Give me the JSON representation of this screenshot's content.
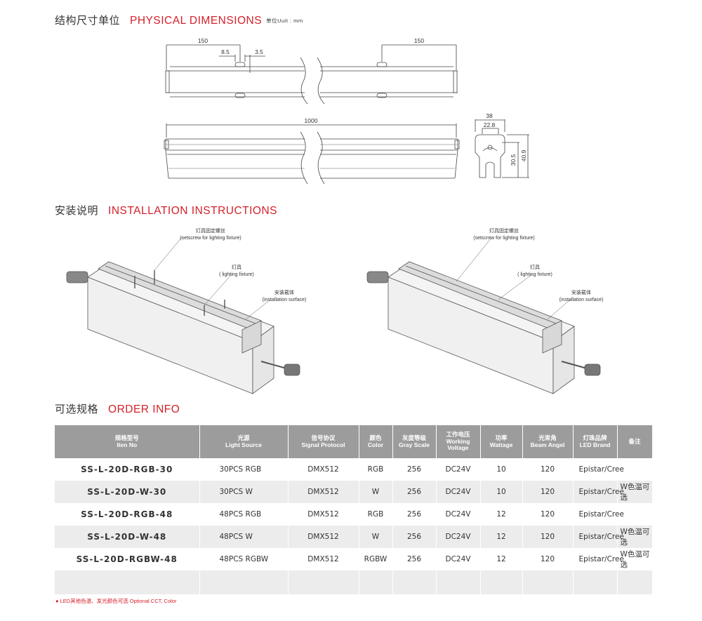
{
  "sections": {
    "dimensions": {
      "cn": "结构尺寸单位",
      "en": "PHYSICAL DIMENSIONS",
      "unit": "单位Uuit : mm"
    },
    "installation": {
      "cn": "安装说明",
      "en": "INSTALLATION INSTRUCTIONS"
    },
    "order": {
      "cn": "可选规格",
      "en": "ORDER INFO"
    }
  },
  "dimension_labels": {
    "left_offset": "150",
    "right_offset": "150",
    "slot_offset": "8.5",
    "slot_width": "3.5",
    "length": "1000",
    "profile_width": "38",
    "profile_inner_width": "22.8",
    "profile_height_inner": "30.5",
    "profile_height": "40.9"
  },
  "install_labels": {
    "setscrew_cn": "灯具固定螺丝",
    "setscrew_en": "(setscrew for lighting fixture)",
    "fixture_cn": "灯具",
    "fixture_en": "( lighting fixture)",
    "surface_cn": "安装载体",
    "surface_en": "(installation surface)"
  },
  "table": {
    "headers": [
      {
        "cn": "规格型号",
        "en": "Iten No"
      },
      {
        "cn": "光源",
        "en": "Light Source"
      },
      {
        "cn": "信号协议",
        "en": "Signal Protocol"
      },
      {
        "cn": "颜色",
        "en": "Color"
      },
      {
        "cn": "灰度等级",
        "en": "Gray Scale"
      },
      {
        "cn": "工作电压",
        "en": "Working Voltage"
      },
      {
        "cn": "功率",
        "en": "Wattage"
      },
      {
        "cn": "光束角",
        "en": "Beam Angel"
      },
      {
        "cn": "灯珠品牌",
        "en": "LED Brand"
      },
      {
        "cn": "备注",
        "en": ""
      }
    ],
    "rows": [
      {
        "item": "SS-L-20D-RGB-30",
        "source": "30PCS RGB",
        "protocol": "DMX512",
        "color": "RGB",
        "gray": "256",
        "voltage": "DC24V",
        "wattage": "10",
        "beam": "120",
        "brand": "Epistar/Cree",
        "note": ""
      },
      {
        "item": "SS-L-20D-W-30",
        "source": "30PCS W",
        "protocol": "DMX512",
        "color": "W",
        "gray": "256",
        "voltage": "DC24V",
        "wattage": "10",
        "beam": "120",
        "brand": "Epistar/Cree",
        "note": "W色温可选"
      },
      {
        "item": "SS-L-20D-RGB-48",
        "source": "48PCS RGB",
        "protocol": "DMX512",
        "color": "RGB",
        "gray": "256",
        "voltage": "DC24V",
        "wattage": "12",
        "beam": "120",
        "brand": "Epistar/Cree",
        "note": ""
      },
      {
        "item": "SS-L-20D-W-48",
        "source": "48PCS W",
        "protocol": "DMX512",
        "color": "W",
        "gray": "256",
        "voltage": "DC24V",
        "wattage": "12",
        "beam": "120",
        "brand": "Epistar/Cree",
        "note": "W色温可选"
      },
      {
        "item": "SS-L-20D-RGBW-48",
        "source": "48PCS RGBW",
        "protocol": "DMX512",
        "color": "RGBW",
        "gray": "256",
        "voltage": "DC24V",
        "wattage": "12",
        "beam": "120",
        "brand": "Epistar/Cree",
        "note": "W色温可选"
      }
    ]
  },
  "footnote": "● LED其他色温、发光颜色可选  Optional CCT, Color",
  "colors": {
    "accent": "#d4202a",
    "header_bg": "#9c9c9c",
    "row_alt": "#ececec"
  }
}
